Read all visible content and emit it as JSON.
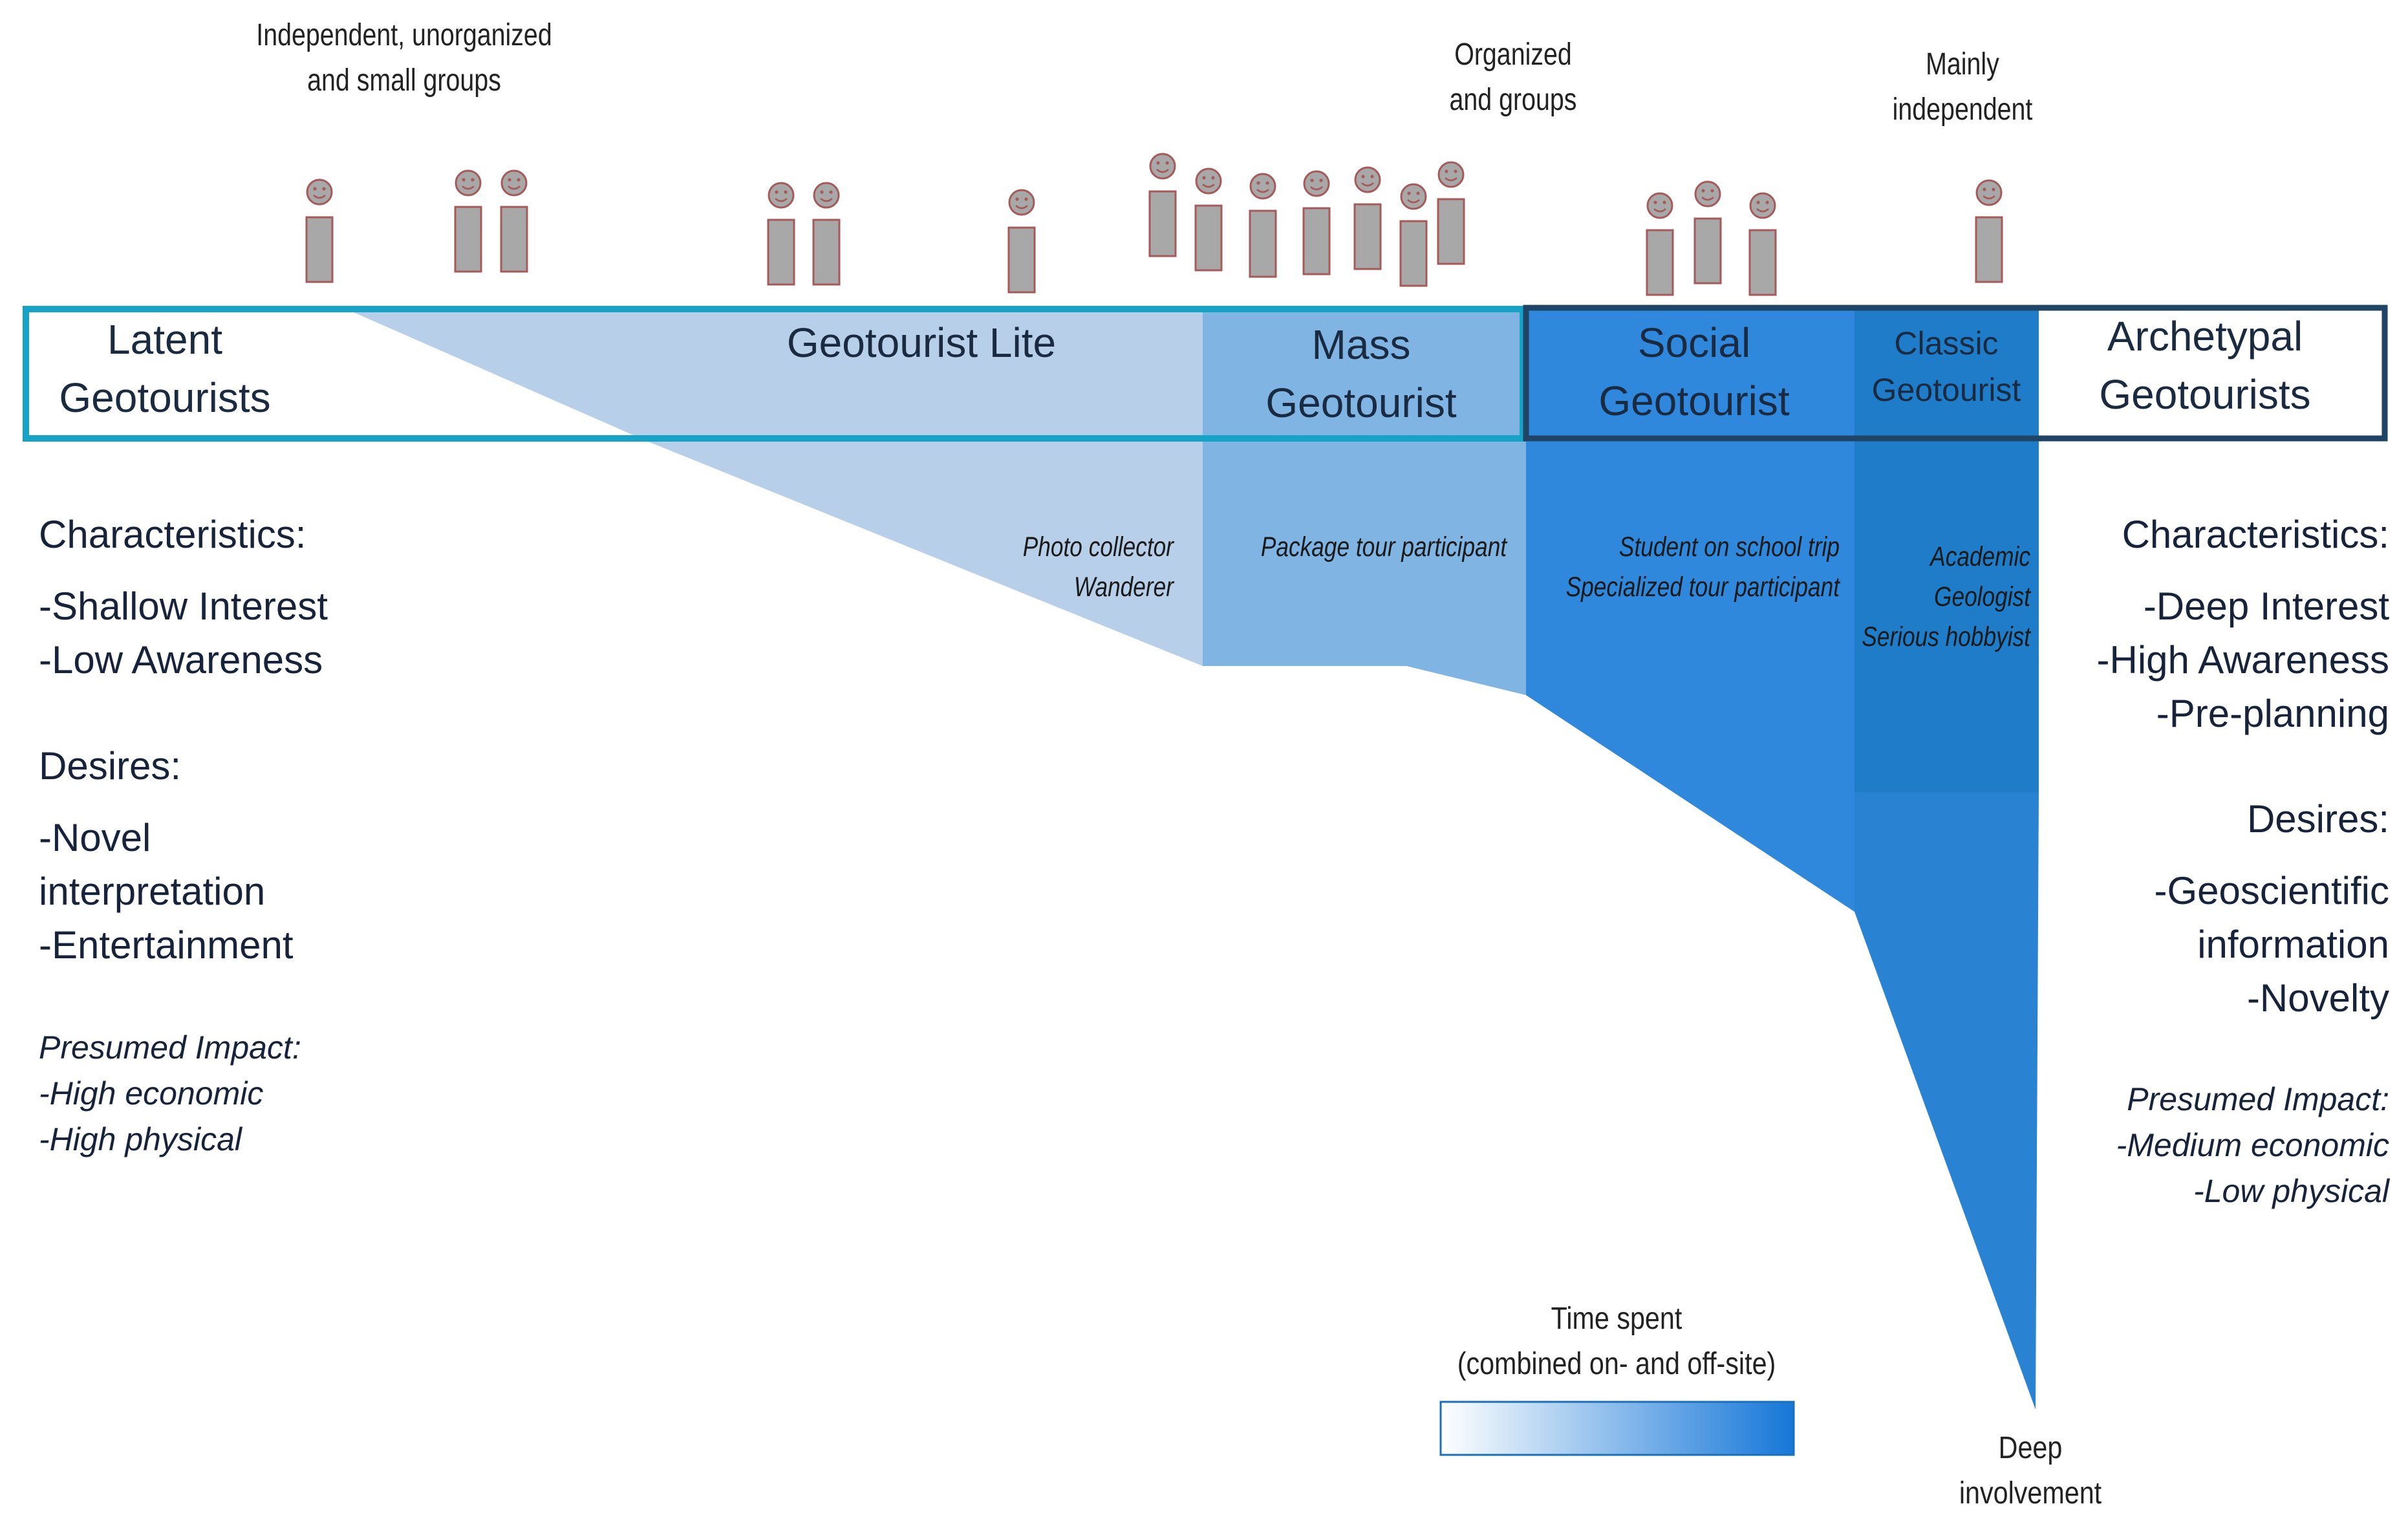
{
  "group_labels": {
    "independent": [
      "Independent, unorganized",
      "and small groups"
    ],
    "organized": [
      "Organized",
      "and groups"
    ],
    "mainly": [
      "Mainly",
      "independent"
    ]
  },
  "bands": {
    "latent": [
      "Latent",
      "Geotourists"
    ],
    "lite": "Geotourist Lite",
    "mass": [
      "Mass",
      "Geotourist"
    ],
    "social": [
      "Social",
      "Geotourist"
    ],
    "classic": [
      "Classic",
      "Geotourist"
    ],
    "archetypal": [
      "Archetypal",
      "Geotourists"
    ]
  },
  "roles": {
    "lite": [
      "Photo collector",
      "Wanderer"
    ],
    "mass": [
      "Package tour participant"
    ],
    "social": [
      "Student on school trip",
      "Specialized tour participant"
    ],
    "classic": [
      "Academic",
      "Geologist",
      "Serious hobbyist"
    ]
  },
  "left": {
    "characteristics_title": "Characteristics:",
    "characteristics": [
      "-Shallow Interest",
      "-Low Awareness"
    ],
    "desires_title": "Desires:",
    "desires": [
      "-Novel",
      "interpretation",
      "-Entertainment"
    ],
    "impact_title": "Presumed Impact:",
    "impact": [
      "-High economic",
      "-High physical"
    ]
  },
  "right": {
    "characteristics_title": "Characteristics:",
    "characteristics": [
      "-Deep Interest",
      "-High Awareness",
      "-Pre-planning"
    ],
    "desires_title": "Desires:",
    "desires": [
      "-Geoscientific",
      "information",
      "-Novelty"
    ],
    "impact_title": "Presumed Impact:",
    "impact": [
      "-Medium economic",
      "-Low physical"
    ]
  },
  "legend": {
    "title": [
      "Time spent",
      "(combined on- and off-site)"
    ],
    "gradient_start": "#ffffff",
    "gradient_end": "#1677d8"
  },
  "deep_label": [
    "Deep",
    "involvement"
  ],
  "colors": {
    "lite_fill": "#b7cfe8",
    "mass_fill": "#7fb4e3",
    "social_fill": "#2f88db",
    "classic_fill": "#1f7cc9",
    "deep_fill": "#2a83d2",
    "left_frame": "#17a3c7",
    "right_frame": "#1f4466",
    "person_fill": "#a8a8a8",
    "person_outline": "#a65a5a"
  },
  "icons": [
    "person-icon"
  ]
}
